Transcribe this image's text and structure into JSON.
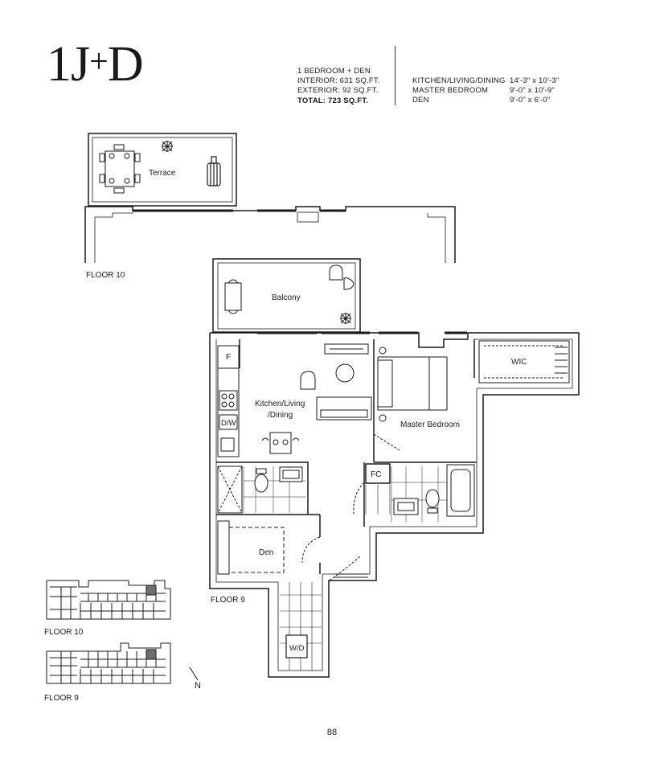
{
  "unit": {
    "name_main": "1J",
    "name_plus": "+",
    "name_suffix": "D",
    "type": "1 BEDROOM + DEN",
    "interior": "INTERIOR: 631 SQ.FT.",
    "exterior": "EXTERIOR: 92 SQ.FT.",
    "total": "TOTAL: 723 SQ.FT."
  },
  "rooms": [
    {
      "label": "KITCHEN/LIVING/DINING",
      "size": "14'-3\" x 10'-3\""
    },
    {
      "label": "MASTER BEDROOM",
      "size": "9'-0\" x 10'-9\""
    },
    {
      "label": "DEN",
      "size": "9'-0\" x 6'-0\""
    }
  ],
  "plan_labels": {
    "terrace": "Terrace",
    "balcony": "Balcony",
    "kitchen_line1": "Kitchen/Living",
    "kitchen_line2": "/Dining",
    "master_bedroom": "Master Bedroom",
    "wic": "WIC",
    "den": "Den",
    "fridge": "F",
    "dishwasher": "D/W",
    "fc": "FC",
    "wd": "W/D",
    "floor10": "FLOOR 10",
    "floor9": "FLOOR 9"
  },
  "keyplans": {
    "floor10_label": "FLOOR 10",
    "floor9_label": "FLOOR 9",
    "north": "N"
  },
  "page_number": "88",
  "colors": {
    "ink": "#1a1a1a",
    "highlight": "#6e6e6e"
  }
}
